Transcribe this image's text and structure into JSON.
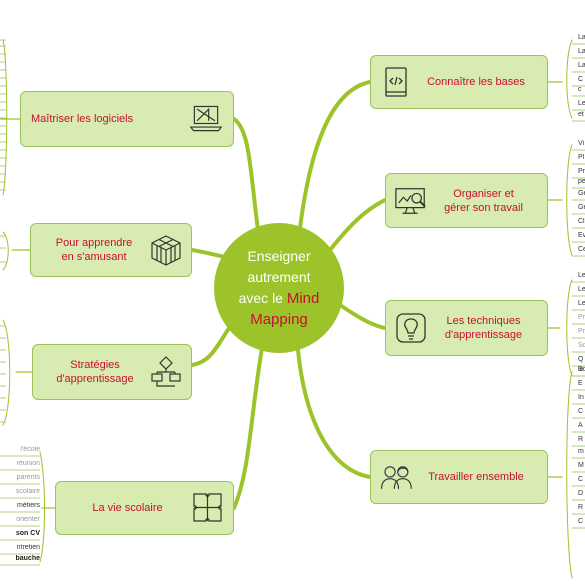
{
  "center": {
    "line1": "Enseigner",
    "line2": "autrement",
    "line3a": "avec le",
    "line3b": "Mind",
    "line4": "Mapping"
  },
  "colors": {
    "branch": "#9cc42a",
    "node_fill": "#d8ebb0",
    "node_border": "#9cc45a",
    "label": "#c8102e"
  },
  "branches": {
    "logiciels": {
      "label": "Maîtriser les logiciels",
      "icon": "laptop-icon"
    },
    "amusant": {
      "line1": "Pour apprendre",
      "line2": "en s'amusant",
      "icon": "cube-icon"
    },
    "strategies": {
      "line1": "Stratégies",
      "line2": "d'apprentissage",
      "icon": "flowchart-icon"
    },
    "scolaire": {
      "label": "La vie scolaire",
      "icon": "puzzle-icon"
    },
    "bases": {
      "label": "Connaître les bases",
      "icon": "book-code-icon"
    },
    "organiser": {
      "line1": "Organiser et",
      "line2": "gérer son travail",
      "icon": "monitor-search-icon"
    },
    "techniques": {
      "line1": "Les techniques",
      "line2": "d'apprentissage",
      "icon": "lightbulb-icon"
    },
    "ensemble": {
      "label": "Travailler ensemble",
      "icon": "people-icon"
    }
  },
  "leaves": {
    "scolaire": [
      "l'école",
      "réunion",
      "parents",
      "scolaire",
      "métiers",
      "orienter",
      "son CV",
      "ntretien",
      "bauche"
    ],
    "bases": [
      "La",
      "La",
      "La",
      "C",
      "c",
      "Le",
      "et"
    ],
    "organiser": [
      "Vi",
      "Pl",
      "Pr",
      "pe",
      "Ge",
      "Ge",
      "Cl",
      "Év",
      "Ce"
    ],
    "techniques": [
      "Le",
      "Le",
      "Le",
      "Pr",
      "Pr",
      "Sc",
      "Q",
      "le"
    ],
    "ensemble": [
      "Sc",
      "É",
      "In",
      "C",
      "A",
      "R",
      "m",
      "M",
      "C",
      "D",
      "R",
      "C"
    ]
  }
}
